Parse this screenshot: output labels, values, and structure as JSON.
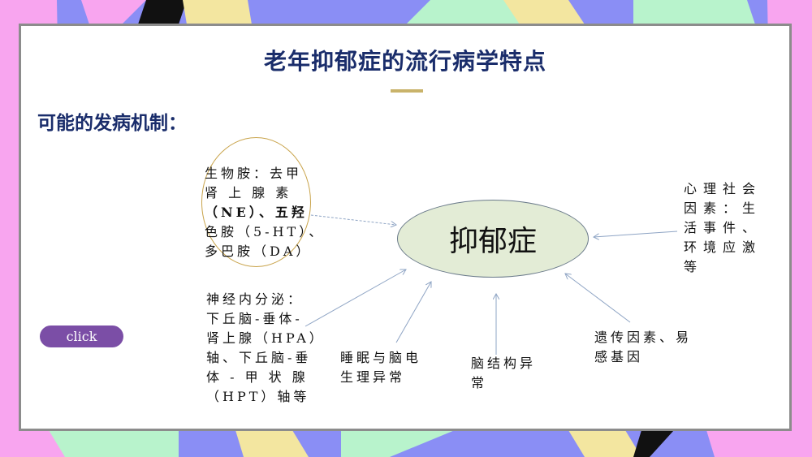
{
  "slide": {
    "title": "老年抑郁症的流行病学特点",
    "subtitle": "可能的发病机制：",
    "center_node": "抑郁症",
    "click_button": "click",
    "nodes": [
      {
        "id": "biogenic-amines",
        "lines": [
          "生物胺：去甲",
          "肾 上 腺 素",
          "（NE）、五羟",
          "色胺（5-HT）、",
          "多巴胺（DA）"
        ]
      },
      {
        "id": "neuroendocrine",
        "lines": [
          "神经内分泌：",
          "下丘脑-垂体-",
          "肾上腺（HPA）",
          "轴、下丘脑-垂",
          "体 - 甲 状 腺",
          "（HPT）轴等"
        ]
      },
      {
        "id": "sleep-eeg",
        "lines": [
          "睡眠与脑电",
          "生理异常"
        ]
      },
      {
        "id": "brain-structure",
        "lines": [
          "脑结构异",
          "常"
        ]
      },
      {
        "id": "genetics",
        "lines": [
          "遗传因素、易",
          "感基因"
        ]
      },
      {
        "id": "psychosocial",
        "lines": [
          "心理社会",
          "因素：生",
          "活事件、",
          "环境应激",
          "等"
        ]
      }
    ]
  },
  "colors": {
    "title": "#1a2d6b",
    "accent_bar": "#c9b36a",
    "center_fill": "#e3ecd6",
    "button": "#7b4ea6",
    "circle_border": "#c9a44c"
  }
}
